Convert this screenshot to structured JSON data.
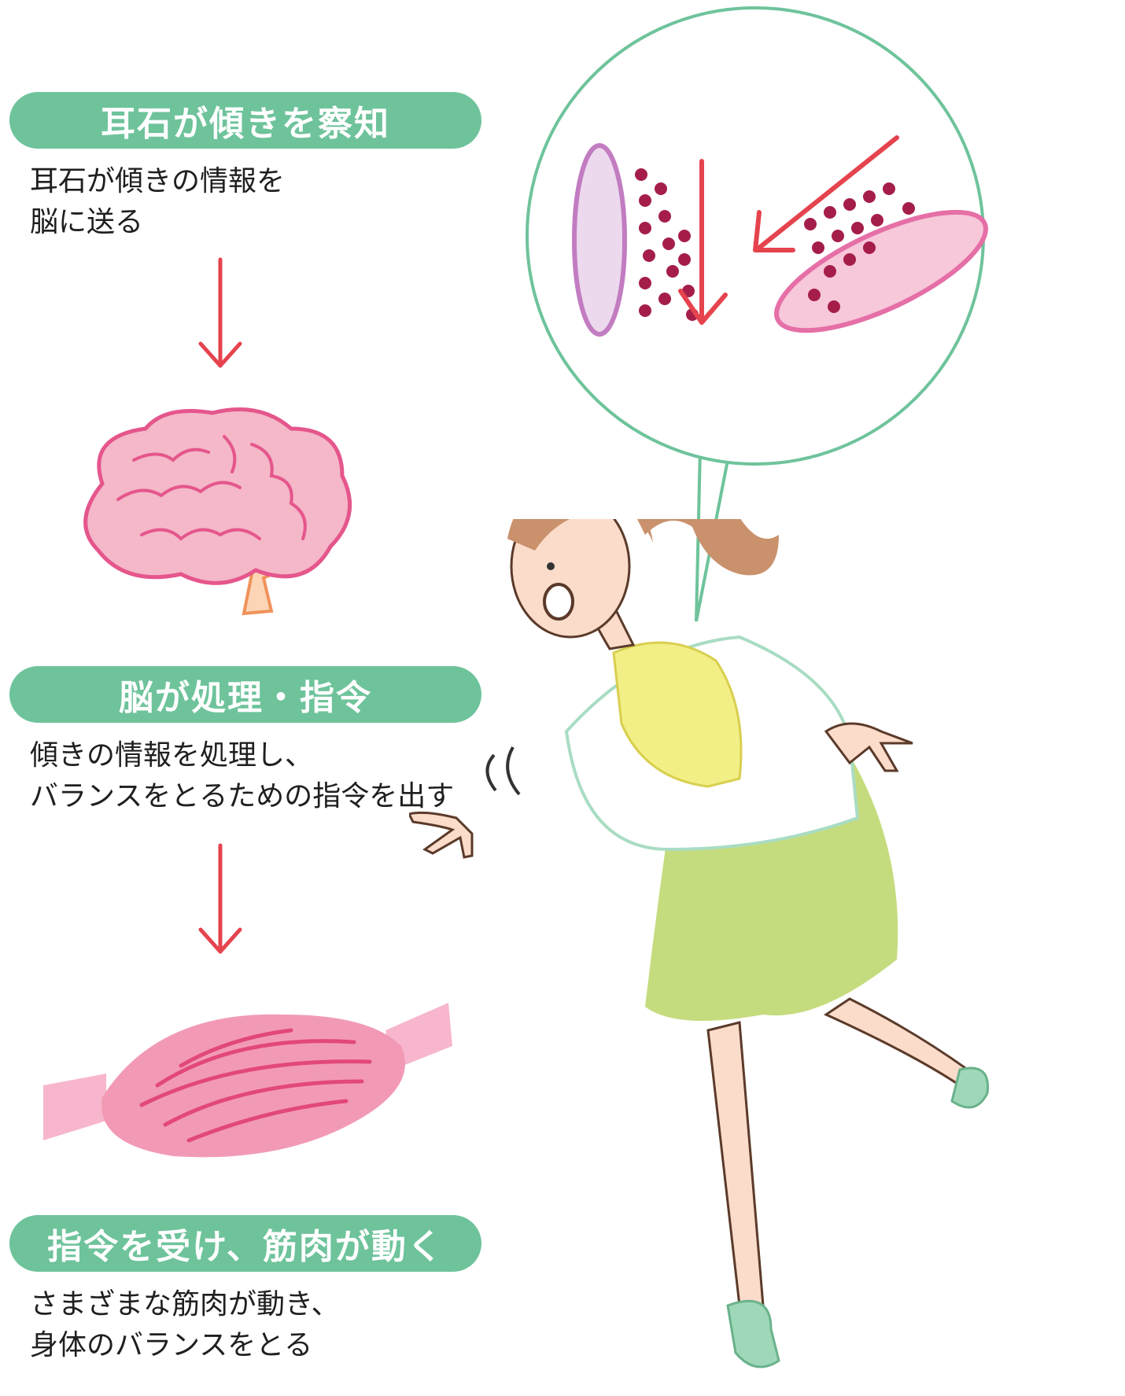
{
  "steps": [
    {
      "title": "耳石が傾きを察知",
      "desc": [
        "耳石が傾きの情報を",
        "脳に送る"
      ]
    },
    {
      "title": "脳が処理・指令",
      "desc": [
        "傾きの情報を処理し、",
        "バランスをとるための指令を出す"
      ]
    },
    {
      "title": "指令を受け、筋肉が動く",
      "desc": [
        "さまざまな筋肉が動き、",
        "身体のバランスをとる"
      ]
    }
  ],
  "colors": {
    "pill": "#6ec39b",
    "arrow": "#e5434e",
    "brain": "#f4b8c8",
    "muscle": "#f29ab5",
    "skirt": "#c5dc7e",
    "top": "#f2ef86",
    "hair": "#c9916c"
  },
  "icons": [
    "brain-icon",
    "muscle-icon",
    "otolith-icon",
    "woman-falling-icon"
  ]
}
